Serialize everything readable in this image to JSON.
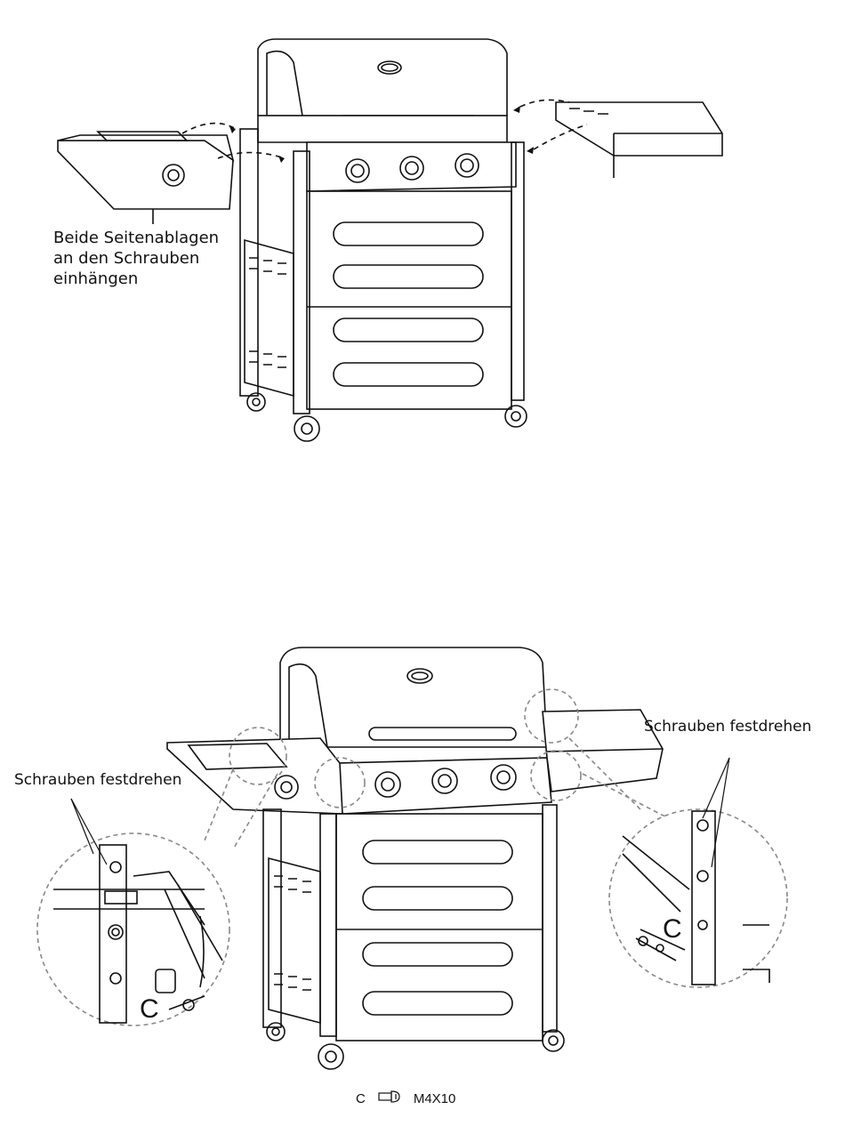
{
  "instructions": {
    "hang_side_shelves": "Beide Seitenablagen\nan den Schrauben\neinhängen",
    "tighten_left": "Schrauben festdrehen",
    "tighten_right": "Schrauben festdrehen"
  },
  "callouts": {
    "left_detail_letter": "C",
    "right_detail_letter": "C"
  },
  "legend": {
    "letter": "C",
    "screw_size": "M4X10",
    "icon": "screw-icon"
  }
}
